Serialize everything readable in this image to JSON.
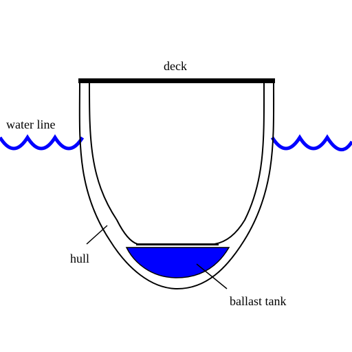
{
  "labels": {
    "deck": "deck",
    "water_line": "water line",
    "hull": "hull",
    "ballast_tank": "ballast tank"
  },
  "colors": {
    "water": "#0000ff",
    "ballast_water": "#0000ff",
    "outline": "#000000",
    "background": "#ffffff"
  }
}
